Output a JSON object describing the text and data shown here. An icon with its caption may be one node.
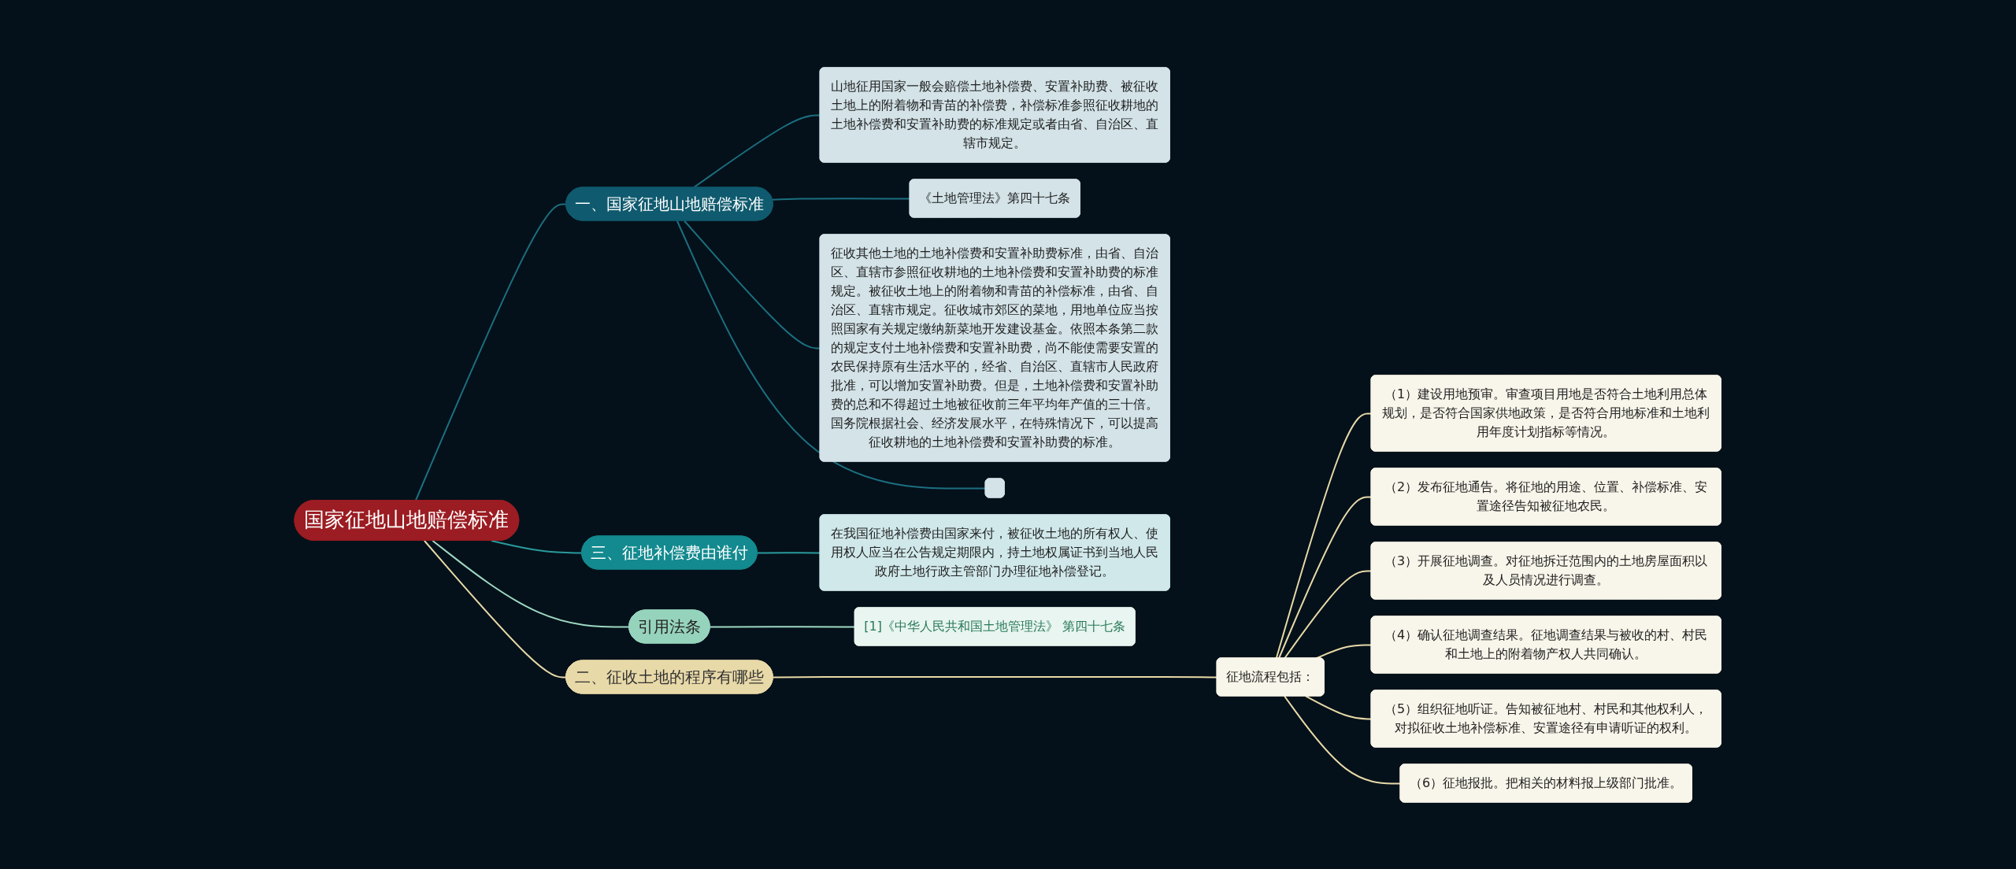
{
  "diagram": {
    "nodes": [
      {
        "text": [
          "国家征地山地赔偿标准"
        ]
      },
      {
        "text": [
          "一、国家征地山地赔偿标准"
        ]
      },
      {
        "text": [
          "山地征用国家一般会赔偿土地补偿费、安置补助费、被征收土地上的附着物和青苗的补偿费，补偿标准参照征收耕地的土地补偿费和安置补助费的标准规定或者由省、自治区、直辖市规定。"
        ]
      },
      {
        "text": [
          "《土地管理法》第四十七条"
        ]
      },
      {
        "text": [
          "征收其他土地的土地补偿费和安置补助费标准，由省、自治区、直辖市参照征收耕地的土地补偿费和安置补助费的标准规定。被征收土地上的附着物和青苗的补偿标准，由省、自治区、直辖市规定。征收城市郊区的菜地，用地单位应当按照国家有关规定缴纳新菜地开发建设基金。依照本条第二款的规定支付土地补偿费和安置补助费，尚不能使需要安置的农民保持原有生活水平的，经省、自治区、直辖市人民政府批准，可以增加安置补助费。但是，土地补偿费和安置补助费的总和不得超过土地被征收前三年平均年产值的三十倍。国务院根据社会、经济发展水平，在特殊情况下，可以提高征收耕地的土地补偿费和安置补助费的标准。"
        ]
      },
      {
        "text": [],
        "shape": "box"
      },
      {
        "text": [
          "二、征收土地的程序有哪些"
        ]
      },
      {
        "text": [
          "征地流程包括："
        ]
      },
      {
        "text": [
          "（1）建设用地预审。审查项目用地是否符合土地利用总体规划，是否符合国家供地政策，是否符合用地标准和土地利用年度计划指标等情况。"
        ]
      },
      {
        "text": [
          "（2）发布征地通告。将征地的用途、位置、补偿标准、安置途径告知被征地农民。"
        ]
      },
      {
        "text": [
          "（3）开展征地调查。对征地拆迁范围内的土地房屋面积以及人员情况进行调查。"
        ]
      },
      {
        "text": [
          "（4）确认征地调查结果。征地调查结果与被收的村、村民和土地上的附着物产权人共同确认。"
        ]
      },
      {
        "text": [
          "（5）组织征地听证。告知被征地村、村民和其他权利人，对拟征收土地补偿标准、安置途径有申请听证的权利。"
        ]
      },
      {
        "text": [
          "（6）征地报批。把相关的材料报上级部门批准。"
        ]
      },
      {
        "text": [
          "三、征地补偿费由谁付"
        ]
      },
      {
        "text": [
          "在我国征地补偿费由国家来付，被征收土地的所有权人、使用权人应当在公告规定期限内，持土地权属证书到当地人民政府土地行政主管部门办理征地补偿登记。"
        ]
      },
      {
        "text": [
          "引用法条"
        ]
      },
      {
        "text": [
          "[1]《中华人民共和国土地管理法》 第四十七条"
        ]
      }
    ],
    "edges": [
      {
        "from": 0,
        "to": 1,
        "arrow": "none",
        "color": "#1c6f80"
      },
      {
        "from": 1,
        "to": 2,
        "arrow": "none",
        "color": "#1c6f80"
      },
      {
        "from": 1,
        "to": 3,
        "arrow": "none",
        "color": "#1c6f80"
      },
      {
        "from": 1,
        "to": 4,
        "arrow": "none",
        "color": "#1c6f80"
      },
      {
        "from": 1,
        "to": 5,
        "arrow": "none",
        "color": "#1c6f80"
      },
      {
        "from": 0,
        "to": 6,
        "arrow": "none"
      },
      {
        "from": 6,
        "to": 7,
        "arrow": "none"
      },
      {
        "from": 7,
        "to": 8,
        "arrow": "none"
      },
      {
        "from": 7,
        "to": 9,
        "arrow": "none"
      },
      {
        "from": 7,
        "to": 10,
        "arrow": "none"
      },
      {
        "from": 7,
        "to": 11,
        "arrow": "none"
      },
      {
        "from": 7,
        "to": 12,
        "arrow": "none"
      },
      {
        "from": 7,
        "to": 13,
        "arrow": "none"
      },
      {
        "from": 0,
        "to": 14,
        "arrow": "none",
        "color": "#2a9a9c"
      },
      {
        "from": 14,
        "to": 15,
        "arrow": "none",
        "color": "#2a9a9c"
      },
      {
        "from": 0,
        "to": 16,
        "arrow": "none",
        "color": "#9fd8c2"
      },
      {
        "from": 16,
        "to": 17,
        "arrow": "none",
        "color": "#9fd8c2"
      }
    ]
  }
}
